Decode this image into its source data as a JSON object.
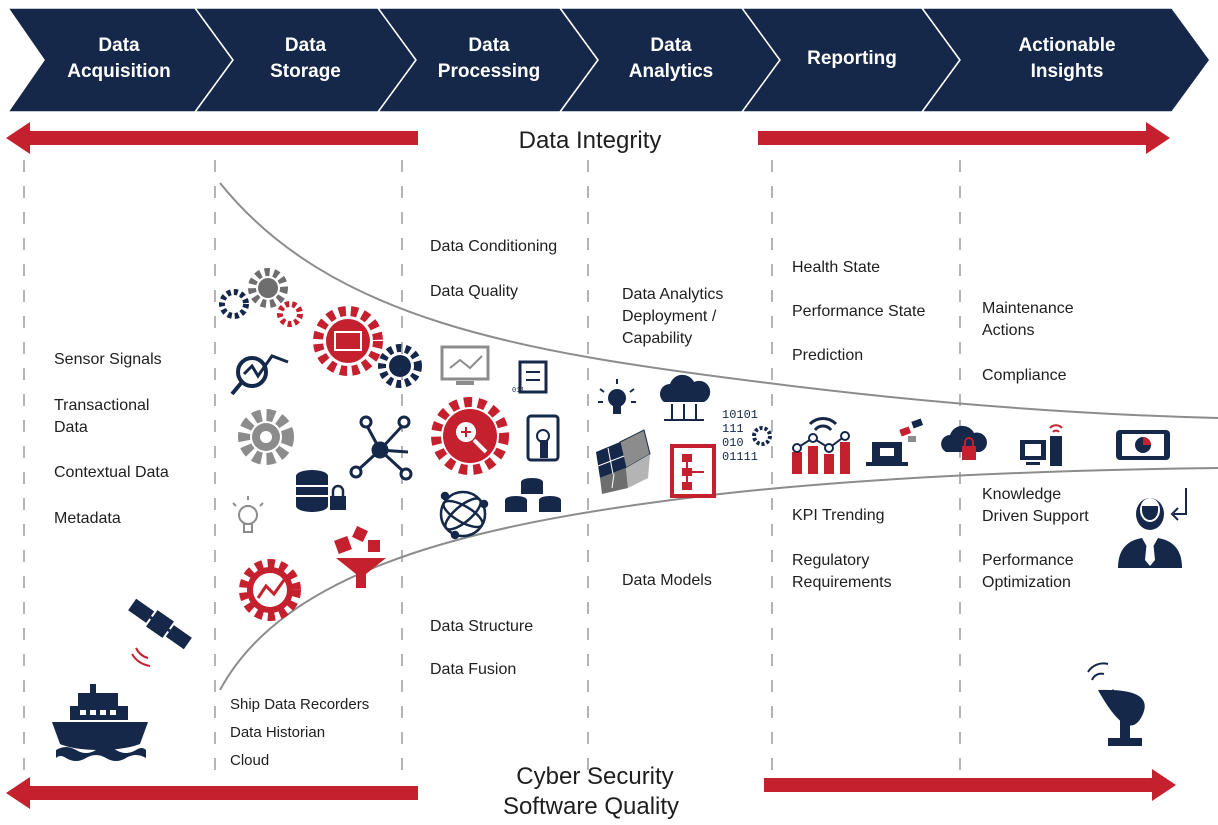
{
  "pipeline": {
    "stages": [
      {
        "label": "Data\nAcquisition"
      },
      {
        "label": "Data\nStorage"
      },
      {
        "label": "Data\nProcessing"
      },
      {
        "label": "Data\nAnalytics"
      },
      {
        "label": "Reporting"
      },
      {
        "label": "Actionable\nInsights"
      }
    ]
  },
  "banners": {
    "top": "Data Integrity",
    "bottom_line1": "Cyber Security",
    "bottom_line2": "Software Quality"
  },
  "columns": {
    "acquisition": [
      "Sensor Signals",
      "Transactional\nData",
      "Contextual Data",
      "Metadata"
    ],
    "storage": [
      "Ship Data Recorders",
      "Data Historian",
      "Cloud"
    ],
    "processing_top": [
      "Data Conditioning",
      "Data Quality"
    ],
    "processing_bottom": [
      "Data Structure",
      "Data Fusion"
    ],
    "analytics_top": "Data Analytics\nDeployment /\nCapability",
    "analytics_bottom": "Data Models",
    "reporting_top": [
      "Health State",
      "Performance State",
      "Prediction"
    ],
    "reporting_bottom": [
      "KPI Trending",
      "Regulatory\nRequirements"
    ],
    "insights_top": [
      "Maintenance\nActions",
      "Compliance"
    ],
    "insights_bottom": [
      "Knowledge\nDriven Support",
      "Performance\nOptimization"
    ]
  },
  "colors": {
    "navy": "#15284a",
    "red": "#c4202e",
    "gray": "#8c8c8c",
    "dash": "#b4b4b4"
  },
  "icons": [
    "ship-icon",
    "satellite-icon",
    "gear-cluster-icon",
    "database-lock-icon",
    "network-icon",
    "analytics-monitor-icon",
    "cube-icon",
    "cloud-icon",
    "binary-gear-icon",
    "cloud-lock-icon",
    "desktop-icon",
    "tablet-chart-icon",
    "user-icon",
    "satellite-dish-icon"
  ]
}
